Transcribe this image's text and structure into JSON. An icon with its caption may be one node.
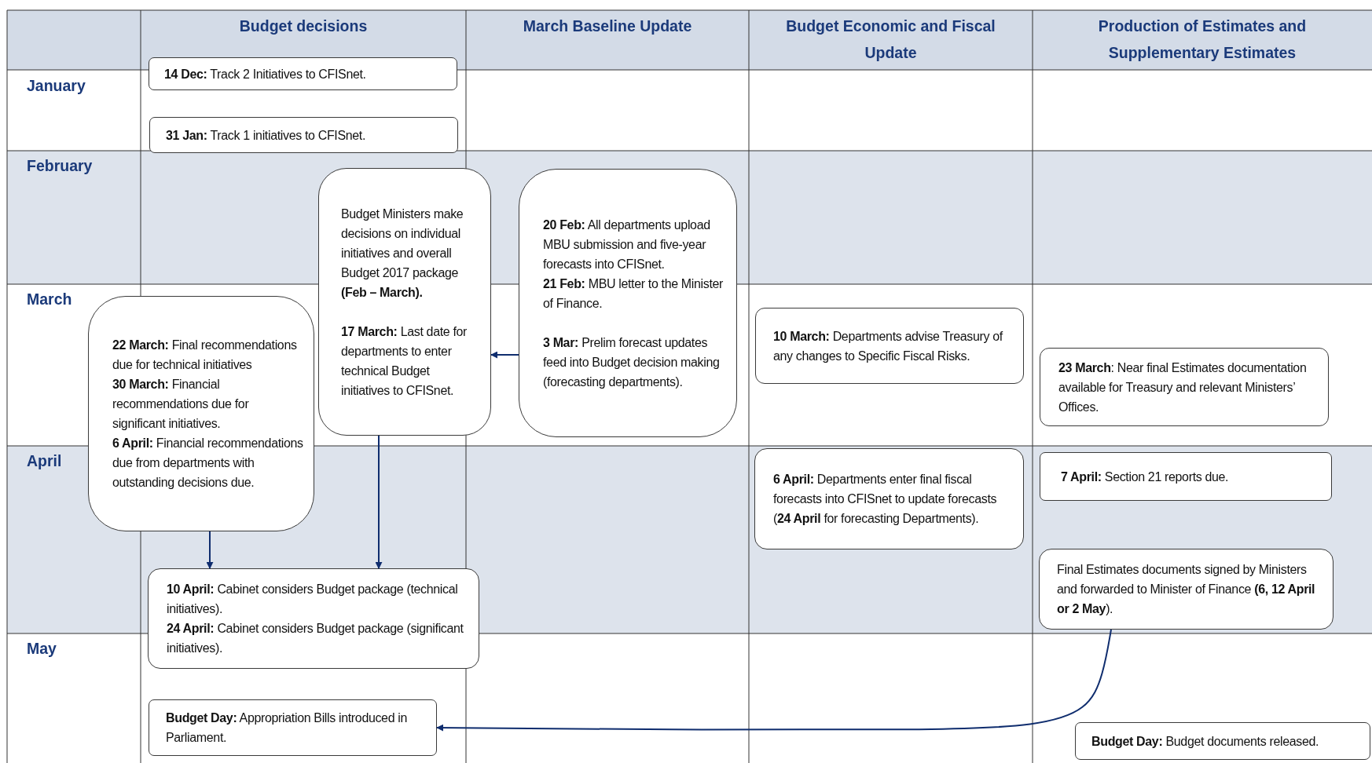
{
  "diagram": {
    "nodes": [
      {
        "text": [
          "**14 Dec:** Track 2 Initiatives to CFISnet."
        ]
      },
      {
        "text": [
          "**31 Jan:** Track 1 initiatives to CFISnet."
        ]
      },
      {
        "text": [
          "Budget Ministers make decisions on individual initiatives and overall Budget 2017 package **(Feb – March).**",
          "**17 March:** Last date for departments to enter technical Budget initiatives to CFISnet."
        ]
      },
      {
        "text": [
          "**20 Feb:** All departments upload MBU submission and five-year forecasts into CFISnet.",
          "**21 Feb:** MBU letter to the Minister of Finance.",
          "**3 Mar:** Prelim forecast updates feed into Budget decision making (forecasting departments)."
        ]
      },
      {
        "text": [
          "**22 March:** Final recommendations due for technical initiatives",
          "**30 March:** Financial recommendations due for significant initiatives.",
          "**6 April:** Financial recommendations due from departments with outstanding decisions due."
        ]
      },
      {
        "text": [
          "**10 March:** Departments advise Treasury of any changes to Specific Fiscal Risks."
        ]
      },
      {
        "text": [
          "**23 March**: Near final Estimates documentation available for Treasury and relevant Ministers’ Offices."
        ]
      },
      {
        "text": [
          "**6 April:** Departments enter final fiscal forecasts into CFISnet to update forecasts (**24 April** for forecasting Departments)."
        ]
      },
      {
        "text": [
          "**7 April:** Section 21 reports due."
        ]
      },
      {
        "text": [
          "**10 April:** Cabinet considers Budget package (technical initiatives).",
          "**24 April:** Cabinet considers Budget package (significant initiatives)."
        ]
      },
      {
        "text": [
          "Final Estimates documents signed by Ministers and forwarded to Minister of Finance **(6, 12 April or 2 May**)."
        ]
      },
      {
        "text": [
          "**Budget Day:** Appropriation Bills introduced in Parliament."
        ]
      },
      {
        "text": [
          "**Budget Day:** Budget documents released."
        ]
      }
    ],
    "edges": [
      {
        "from": 3,
        "to": 2,
        "arrow": "to"
      },
      {
        "from": 4,
        "to": 9,
        "arrow": "to"
      },
      {
        "from": 2,
        "to": 9,
        "arrow": "to"
      },
      {
        "from": 10,
        "to": 11,
        "arrow": "to"
      }
    ],
    "labels": [
      "Budget decisions",
      "March Baseline Update",
      "Budget Economic and Fiscal Update",
      "Production of Estimates and Supplementary Estimates",
      "January",
      "February",
      "March",
      "April",
      "May"
    ]
  }
}
